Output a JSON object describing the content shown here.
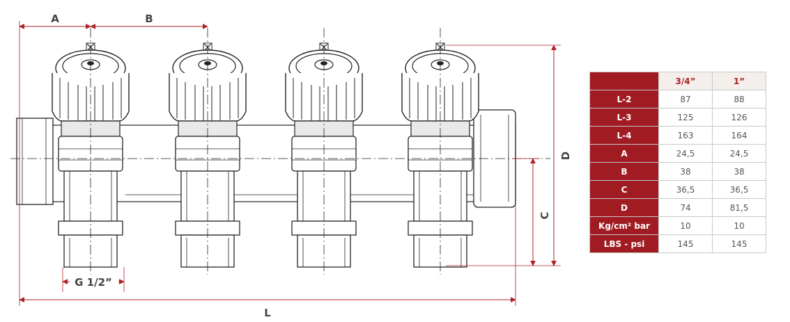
{
  "drawing": {
    "dimension_labels": {
      "A": "A",
      "B": "B",
      "C": "C",
      "D": "D",
      "L": "L",
      "thread": "G 1/2”"
    },
    "colors": {
      "dimension_line": "#b01f24",
      "outline": "#222222",
      "table_header_bg": "#a01c22",
      "table_header_text": "#b01f24"
    }
  },
  "table": {
    "columns": [
      "3/4”",
      "1”"
    ],
    "rows": [
      {
        "label": "L-2",
        "values": [
          "87",
          "88"
        ]
      },
      {
        "label": "L-3",
        "values": [
          "125",
          "126"
        ]
      },
      {
        "label": "L-4",
        "values": [
          "163",
          "164"
        ]
      },
      {
        "label": "A",
        "values": [
          "24,5",
          "24,5"
        ]
      },
      {
        "label": "B",
        "values": [
          "38",
          "38"
        ]
      },
      {
        "label": "C",
        "values": [
          "36,5",
          "36,5"
        ]
      },
      {
        "label": "D",
        "values": [
          "74",
          "81,5"
        ]
      },
      {
        "label": "Kg/cm² bar",
        "values": [
          "10",
          "10"
        ]
      },
      {
        "label": "LBS - psi",
        "values": [
          "145",
          "145"
        ]
      }
    ]
  }
}
